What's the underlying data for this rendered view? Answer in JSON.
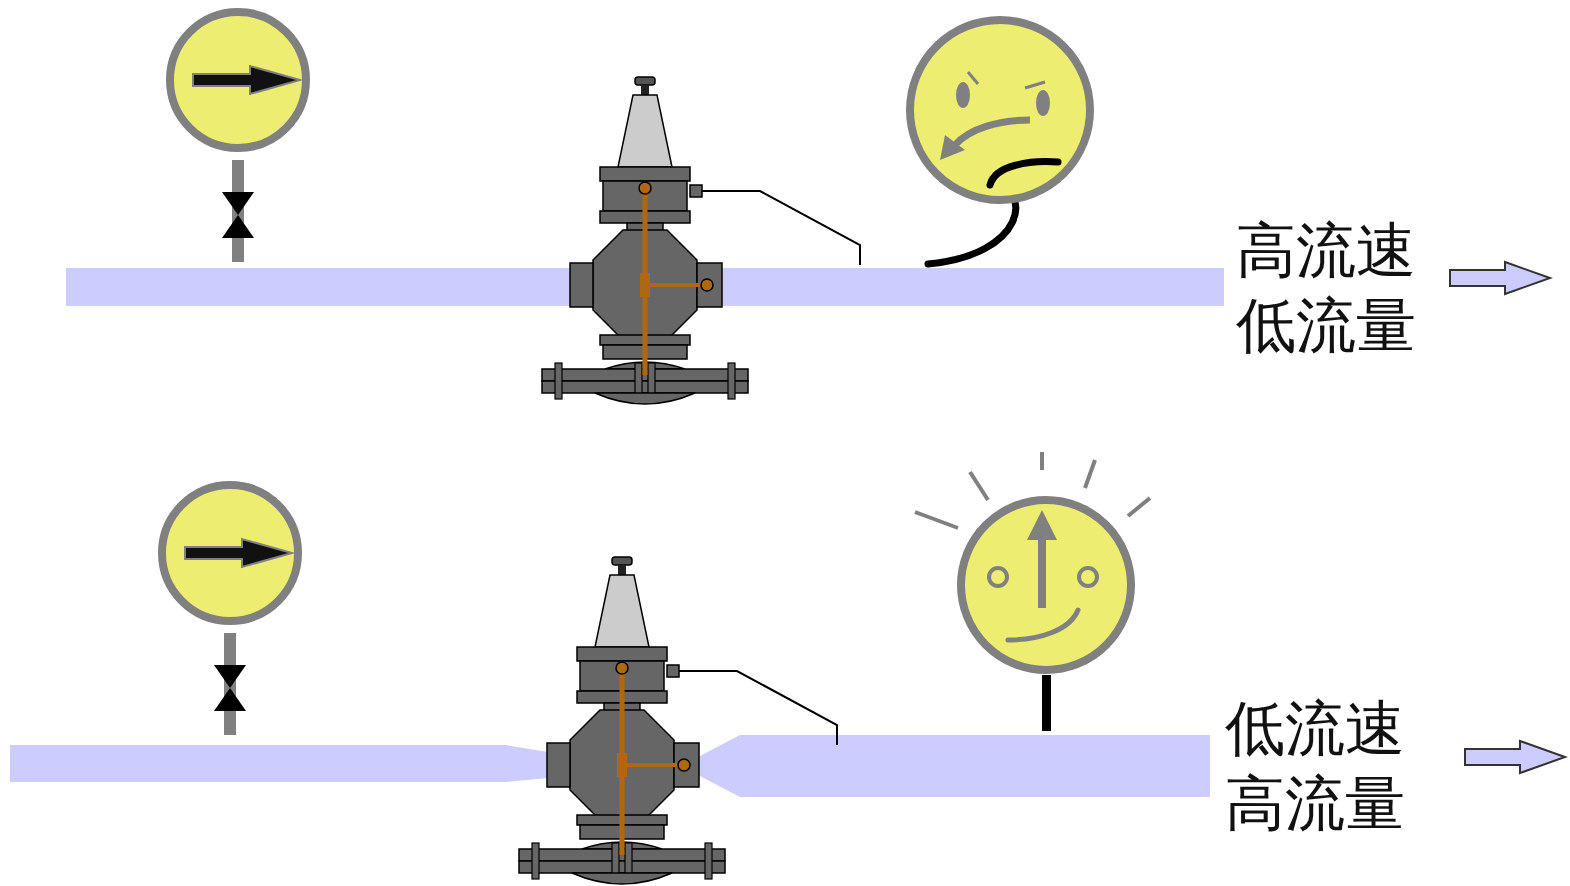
{
  "diagram": {
    "labels": [
      "高流速",
      "低流量",
      "低流速",
      "高流量"
    ]
  }
}
